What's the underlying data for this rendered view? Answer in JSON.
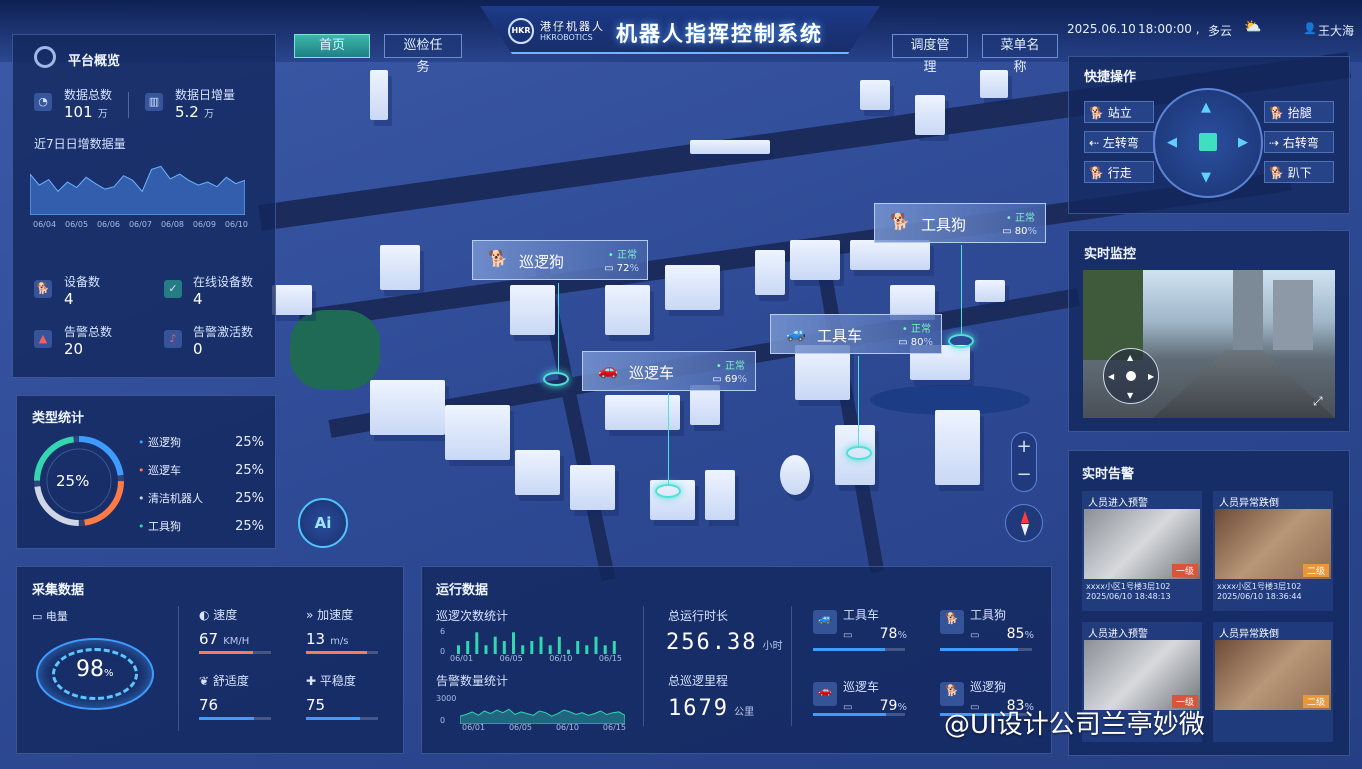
{
  "header": {
    "brand_cn": "港仔机器人",
    "brand_en": "HKROBOTICS",
    "logo_text": "HKR",
    "title": "机器人指挥控制系统",
    "nav": [
      "首页",
      "巡检任务",
      "调度管理",
      "菜单名称"
    ],
    "date": "2025.06.10",
    "time": "18:00:00 ,",
    "weather": "多云",
    "user": "王大海"
  },
  "overview": {
    "title": "平台概览",
    "total_label": "数据总数",
    "total_value": "101",
    "total_unit": "万",
    "daily_label": "数据日增量",
    "daily_value": "5.2",
    "daily_unit": "万",
    "week_label": "近7日日增数据量",
    "week_dates": [
      "06/04",
      "06/05",
      "06/06",
      "06/07",
      "06/08",
      "06/09",
      "06/10"
    ],
    "week_values": [
      52,
      38,
      45,
      30,
      42,
      35,
      48,
      40,
      33,
      36,
      50,
      44,
      30,
      58,
      62,
      46,
      52,
      44,
      38,
      42,
      36,
      48,
      40,
      44
    ],
    "device_label": "设备数",
    "device_value": "4",
    "online_label": "在线设备数",
    "online_value": "4",
    "alarm_label": "告警总数",
    "alarm_value": "20",
    "active_label": "告警激活数",
    "active_value": "0"
  },
  "types": {
    "title": "类型统计",
    "center": "25%",
    "items": [
      {
        "name": "巡逻狗",
        "pct": "25%",
        "color": "#3f9cff"
      },
      {
        "name": "巡逻车",
        "pct": "25%",
        "color": "#ff7a45"
      },
      {
        "name": "清洁机器人",
        "pct": "25%",
        "color": "#cfd6e6"
      },
      {
        "name": "工具狗",
        "pct": "25%",
        "color": "#33d6b0"
      }
    ]
  },
  "collect": {
    "title": "采集数据",
    "battery_label": "电量",
    "battery_value": "98",
    "battery_unit": "%",
    "metrics": [
      {
        "label": "速度",
        "value": "67",
        "unit": "KM/H",
        "fill": 0.75,
        "color": "#ff7a5c",
        "icon": "gauge-icon"
      },
      {
        "label": "加速度",
        "value": "13",
        "unit": "m/s",
        "fill": 0.85,
        "color": "#ff7a5c",
        "icon": "chevrons-icon"
      },
      {
        "label": "舒适度",
        "value": "76",
        "unit": "",
        "fill": 0.76,
        "color": "#3f9cff",
        "icon": "leaf-icon"
      },
      {
        "label": "平稳度",
        "value": "75",
        "unit": "",
        "fill": 0.75,
        "color": "#3f9cff",
        "icon": "balance-icon"
      }
    ]
  },
  "ops": {
    "title": "运行数据",
    "patrol_label": "巡逻次数统计",
    "patrol_y": [
      "6",
      "0"
    ],
    "patrol_x": [
      "06/01",
      "06/05",
      "06/10",
      "06/15"
    ],
    "patrol_values": [
      2,
      3,
      5,
      2,
      4,
      3,
      5,
      2,
      3,
      4,
      2,
      4,
      1,
      3,
      2,
      4,
      2,
      3
    ],
    "alarm_label": "告警数量统计",
    "alarm_y": [
      "3000",
      "0"
    ],
    "alarm_x": [
      "06/01",
      "06/05",
      "06/10",
      "06/15"
    ],
    "alarm_values": [
      900,
      1100,
      1400,
      1000,
      1500,
      1200,
      1600,
      1300,
      1700,
      1100,
      1400,
      1200,
      1000,
      1500,
      1300,
      900,
      1200,
      1600,
      1400,
      1100,
      1300,
      1000,
      1200,
      1500,
      1100,
      1300,
      1400,
      1000
    ],
    "runtime_label": "总运行时长",
    "runtime_value": "256.38",
    "runtime_unit": "小时",
    "mileage_label": "总巡逻里程",
    "mileage_value": "1679",
    "mileage_unit": "公里",
    "robots": [
      {
        "name": "工具车",
        "value": "78",
        "unit": "%",
        "fill": 0.78
      },
      {
        "name": "工具狗",
        "value": "85",
        "unit": "%",
        "fill": 0.85
      },
      {
        "name": "巡逻车",
        "value": "79",
        "unit": "%",
        "fill": 0.79
      },
      {
        "name": "巡逻狗",
        "value": "83",
        "unit": "%",
        "fill": 0.83
      }
    ]
  },
  "quick": {
    "title": "快捷操作",
    "left": [
      "站立",
      "左转弯",
      "行走"
    ],
    "right": [
      "抬腿",
      "右转弯",
      "趴下"
    ]
  },
  "monitor": {
    "title": "实时监控"
  },
  "alerts": {
    "title": "实时告警",
    "cards": [
      {
        "head": "人员进入预警",
        "addr": "xxxx小区1号楼3层102",
        "time": "2025/06/10  18:48:13",
        "level": "一级"
      },
      {
        "head": "人员异常跌倒",
        "addr": "xxxx小区1号楼3层102",
        "time": "2025/06/10  18:36:44",
        "level": "二级"
      },
      {
        "head": "人员进入预警",
        "addr": "",
        "time": "",
        "level": "一级"
      },
      {
        "head": "人员异常跌倒",
        "addr": "",
        "time": "",
        "level": "二级"
      }
    ]
  },
  "map_tags": [
    {
      "name": "巡逻狗",
      "status": "• 正常",
      "battery": "72",
      "battery_unit": "%"
    },
    {
      "name": "工具狗",
      "status": "• 正常",
      "battery": "80",
      "battery_unit": "%"
    },
    {
      "name": "工具车",
      "status": "• 正常",
      "battery": "80",
      "battery_unit": "%"
    },
    {
      "name": "巡逻车",
      "status": "• 正常",
      "battery": "69",
      "battery_unit": "%"
    }
  ],
  "map_ctrl": {
    "zoom_in": "+",
    "zoom_out": "−",
    "ai": "Ai"
  },
  "watermark": "@UI设计公司兰亭妙微"
}
